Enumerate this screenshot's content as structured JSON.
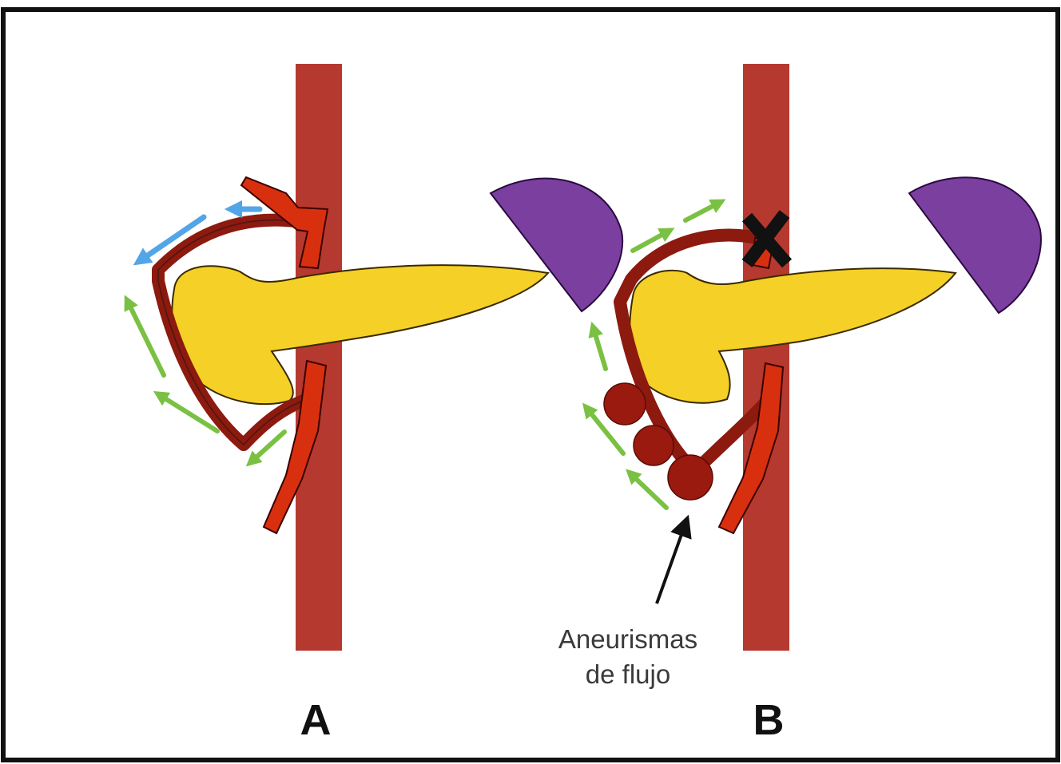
{
  "panels": [
    {
      "id": "A",
      "label": "A"
    },
    {
      "id": "B",
      "label": "B",
      "callout": {
        "line1": "Aneurismas",
        "line2": "de flujo"
      }
    }
  ],
  "colors": {
    "frame": "#111111",
    "aorta": "#b5392f",
    "artery_dark": "#8c1a0f",
    "artery_bright": "#d8300f",
    "pancreas": "#f5d027",
    "spleen": "#7b3fa0",
    "arrow_green": "#7ac143",
    "arrow_blue": "#52a6e8",
    "aneurysm": "#9a1a10",
    "occlusion_mark": "#111111"
  },
  "icons": [
    "aorta",
    "celiac-trunk",
    "superior-mesenteric-artery",
    "pancreaticoduodenal-arcade",
    "pancreas",
    "spleen",
    "flow-arrow",
    "occlusion-x-icon",
    "aneurysm"
  ]
}
